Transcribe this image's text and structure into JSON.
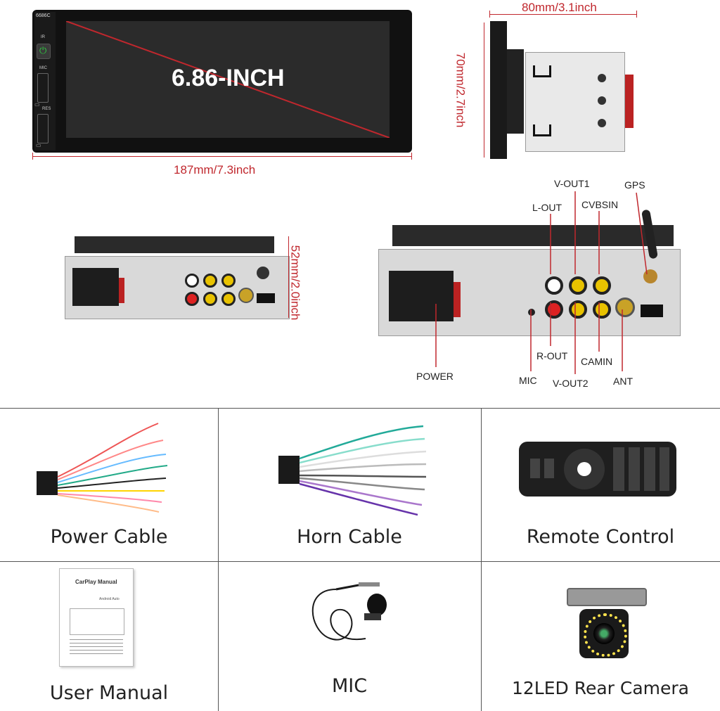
{
  "head_unit": {
    "model": "6686C",
    "ir_label": "IR",
    "mic_label": "MIC",
    "res_label": "RES",
    "screen_size": "6.86-INCH",
    "width_dim": "187mm/7.3inch"
  },
  "side_view": {
    "depth_dim": "80mm/3.1inch",
    "height_dim": "70mm/2.7inch"
  },
  "rear_small": {
    "height_dim": "52mm/2.0inch"
  },
  "rear_ports": {
    "v_out1": "V-OUT1",
    "gps": "GPS",
    "l_out": "L-OUT",
    "cvbsin": "CVBSIN",
    "r_out": "R-OUT",
    "camin": "CAMIN",
    "power": "POWER",
    "mic": "MIC",
    "v_out2": "V-OUT2",
    "ant": "ANT"
  },
  "accessories": [
    {
      "name": "Power Cable"
    },
    {
      "name": "Horn Cable"
    },
    {
      "name": "Remote Control"
    },
    {
      "name": "User Manual"
    },
    {
      "name": "MIC"
    },
    {
      "name": "12LED Rear Camera"
    }
  ],
  "manual": {
    "title": "CarPlay Manual",
    "android_auto": "Android Auto"
  },
  "colors": {
    "dimension_red": "#c0272d",
    "screen_dark": "#2b2b2b",
    "grid_line": "#555555"
  }
}
